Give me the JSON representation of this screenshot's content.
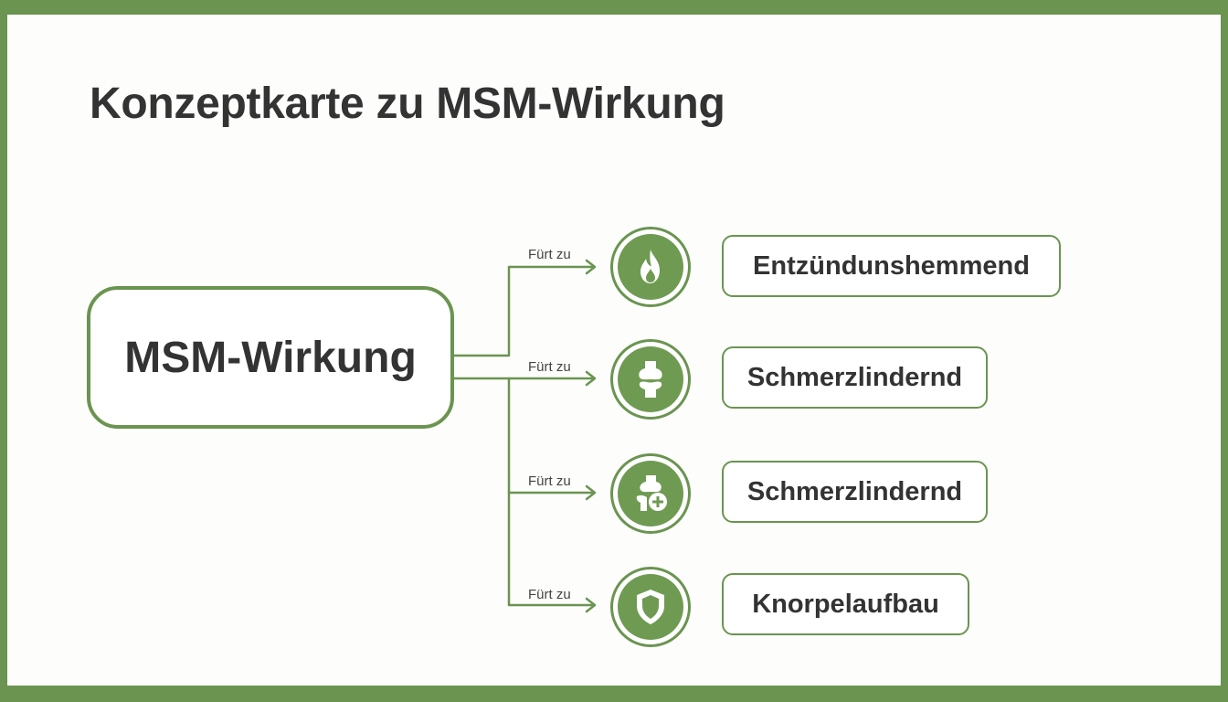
{
  "diagram": {
    "title": "Konzeptkarte zu MSM-Wirkung",
    "root": {
      "label": "MSM-Wirkung"
    },
    "branches": [
      {
        "edge_label": "Fürt zu",
        "icon": "flame-icon",
        "label": "Entzündunshemmend"
      },
      {
        "edge_label": "Fürt zu",
        "icon": "joint-icon",
        "label": "Schmerzlindernd"
      },
      {
        "edge_label": "Fürt zu",
        "icon": "joint-plus-icon",
        "label": "Schmerzlindernd"
      },
      {
        "edge_label": "Fürt zu",
        "icon": "shield-icon",
        "label": "Knorpelaufbau"
      }
    ]
  },
  "colors": {
    "border_green": "#6a9450",
    "icon_fill": "#6f9a52",
    "text": "#333333",
    "background": "#fdfdfc"
  }
}
